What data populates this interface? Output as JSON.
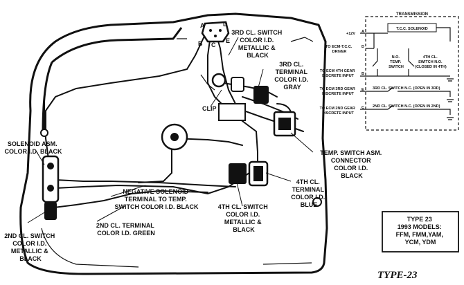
{
  "labels": {
    "sol_line1": "SOLENOID ASM.",
    "sol_line2": "COLOR I.D. BLACK",
    "sw3_line1": "3RD CL. SWITCH",
    "sw3_line2": "COLOR I.D.",
    "sw3_line3": "METALLIC &",
    "sw3_line4": "BLACK",
    "t3_line1": "3RD CL.",
    "t3_line2": "TERMINAL",
    "t3_line3": "COLOR I.D.",
    "t3_line4": "GRAY",
    "clip": "CLIP",
    "temp_line1": "TEMP. SWITCH ASM.",
    "temp_line2": "CONNECTOR",
    "temp_line3": "COLOR I.D.",
    "temp_line4": "BLACK",
    "t4_line1": "4TH CL.",
    "t4_line2": "TERMINAL",
    "t4_line3": "COLOR I.D.",
    "t4_line4": "BLUE",
    "neg_line1": "NEGATIVE SOLENOID",
    "neg_line2": "TERMINAL TO TEMP.",
    "neg_line3": "SWITCH COLOR I.D. BLACK",
    "sw4_line1": "4TH CL. SWITCH",
    "sw4_line2": "COLOR I.D.",
    "sw4_line3": "METALLIC &",
    "sw4_line4": "BLACK",
    "t2_line1": "2ND CL. TERMINAL",
    "t2_line2": "COLOR I.D. GREEN",
    "sw2_line1": "2ND CL. SWITCH",
    "sw2_line2": "COLOR I.D.",
    "sw2_line3": "METALLIC &",
    "sw2_line4": "BLACK",
    "conn_a": "A",
    "conn_b": "B",
    "conn_c": "C",
    "conn_d": "D",
    "conn_e": "E"
  },
  "schematic": {
    "title": "TRANSMISSION",
    "solenoid": "T.C.C. SOLENOID",
    "plus12": "+12V",
    "ecm_tcc_1": "TO ECM-T.C.C.",
    "ecm_tcc_2": "DRIVER",
    "no_temp_1": "N.O.",
    "no_temp_2": "TEMP.",
    "no_temp_3": "SWITCH",
    "sw4_1": "4TH CL.",
    "sw4_2": "SWITCH N.O.",
    "sw4_3": "(CLOSED IN 4TH)",
    "ecm4_1": "TO ECM 4TH GEAR",
    "ecm4_2": "DISCRETE INPUT",
    "ecm3_1": "TO ECM 3RD GEAR",
    "ecm3_2": "DISCRETE INPUT",
    "sw3": "3RD CL. SWITCH N.C. (OPEN IN 3RD)",
    "ecm2_1": "TO ECM 2ND GEAR",
    "ecm2_2": "DISCRETE INPUT",
    "sw2": "2ND CL. SWITCH N.C. (OPEN IN 2ND)",
    "pin_a": "A",
    "pin_d": "D",
    "pin_b": "B",
    "pin_e": "E",
    "pin_c": "C"
  },
  "type_box": {
    "line1": "TYPE 23",
    "line2": "1993 MODELS:",
    "line3": "FFM, FMM,YAM,",
    "line4": "YCM, YDM"
  },
  "footer_title": "TYPE-23"
}
